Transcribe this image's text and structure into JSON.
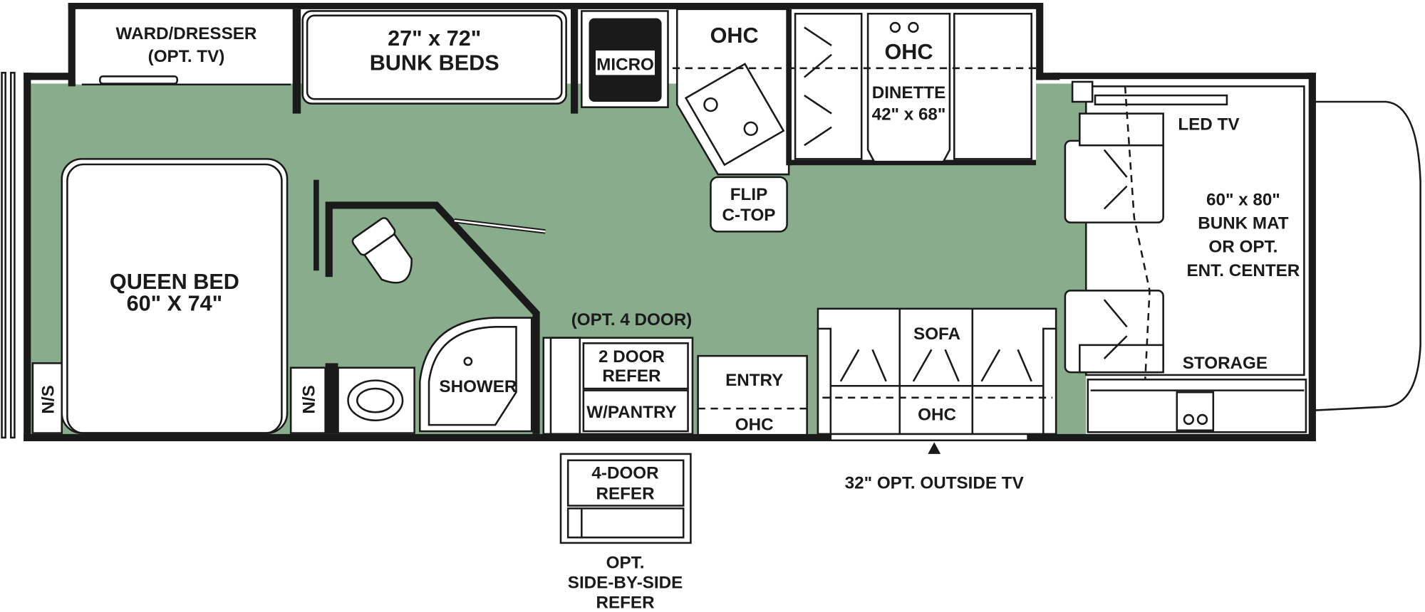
{
  "plan": {
    "floor_color": "#88ac8c",
    "wall_color": "#1a1a1a",
    "labels": {
      "ward_dresser": [
        "WARD/DRESSER",
        "(OPT. TV)"
      ],
      "bunk_beds": [
        "27\" x 72\"",
        "BUNK BEDS"
      ],
      "micro": "MICRO",
      "ohc_kitchen": "OHC",
      "ohc_dinette": "OHC",
      "dinette": [
        "DINETTE",
        "42\" x 68\""
      ],
      "flip_ctop": [
        "FLIP",
        "C-TOP"
      ],
      "led_tv": "LED TV",
      "bunk_mat": [
        "60\" x 80\"",
        "BUNK MAT",
        "OR OPT.",
        "ENT. CENTER"
      ],
      "storage": "STORAGE",
      "queen_bed": [
        "QUEEN BED",
        "60\" X 74\""
      ],
      "ns_left": "N/S",
      "ns_right": "N/S",
      "shower": "SHOWER",
      "opt_4_door": "(OPT. 4 DOOR)",
      "refer": [
        "2 DOOR",
        "REFER"
      ],
      "pantry": "W/PANTRY",
      "entry": "ENTRY",
      "ohc_entry": "OHC",
      "sofa": "SOFA",
      "ohc_sofa": "OHC",
      "outside_tv": "32\" OPT. OUTSIDE TV",
      "four_door_refer": [
        "4-DOOR",
        "REFER"
      ],
      "side_by_side": [
        "OPT.",
        "SIDE-BY-SIDE",
        "REFER"
      ]
    }
  }
}
